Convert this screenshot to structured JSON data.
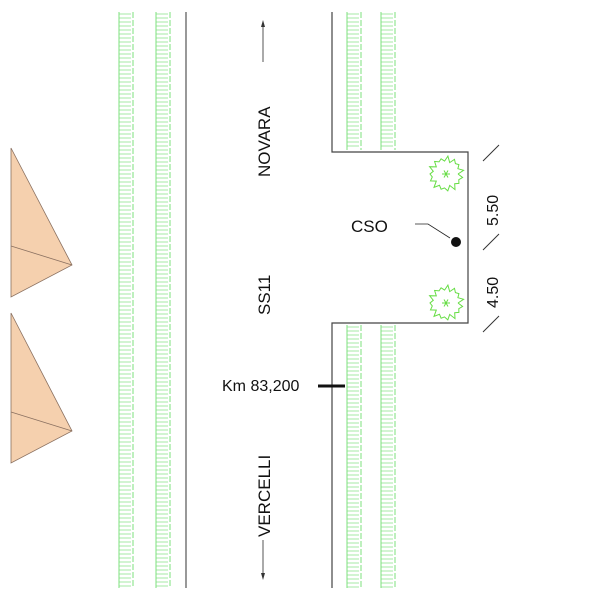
{
  "title": "SS11 road plan with CSO pit",
  "road": {
    "name": "SS11",
    "direction_north": "NOVARA",
    "direction_south": "VERCELLI"
  },
  "chainage": {
    "label": "Km 83,200"
  },
  "cso": {
    "label": "CSO"
  },
  "dimensions": {
    "upper": "5.50",
    "lower": "4.50"
  },
  "colors": {
    "line": "#333333",
    "hedge": "#7ee07e",
    "tree": "#66dd44",
    "building_fill": "#f5d0ae",
    "building_stroke": "#8a7060"
  }
}
